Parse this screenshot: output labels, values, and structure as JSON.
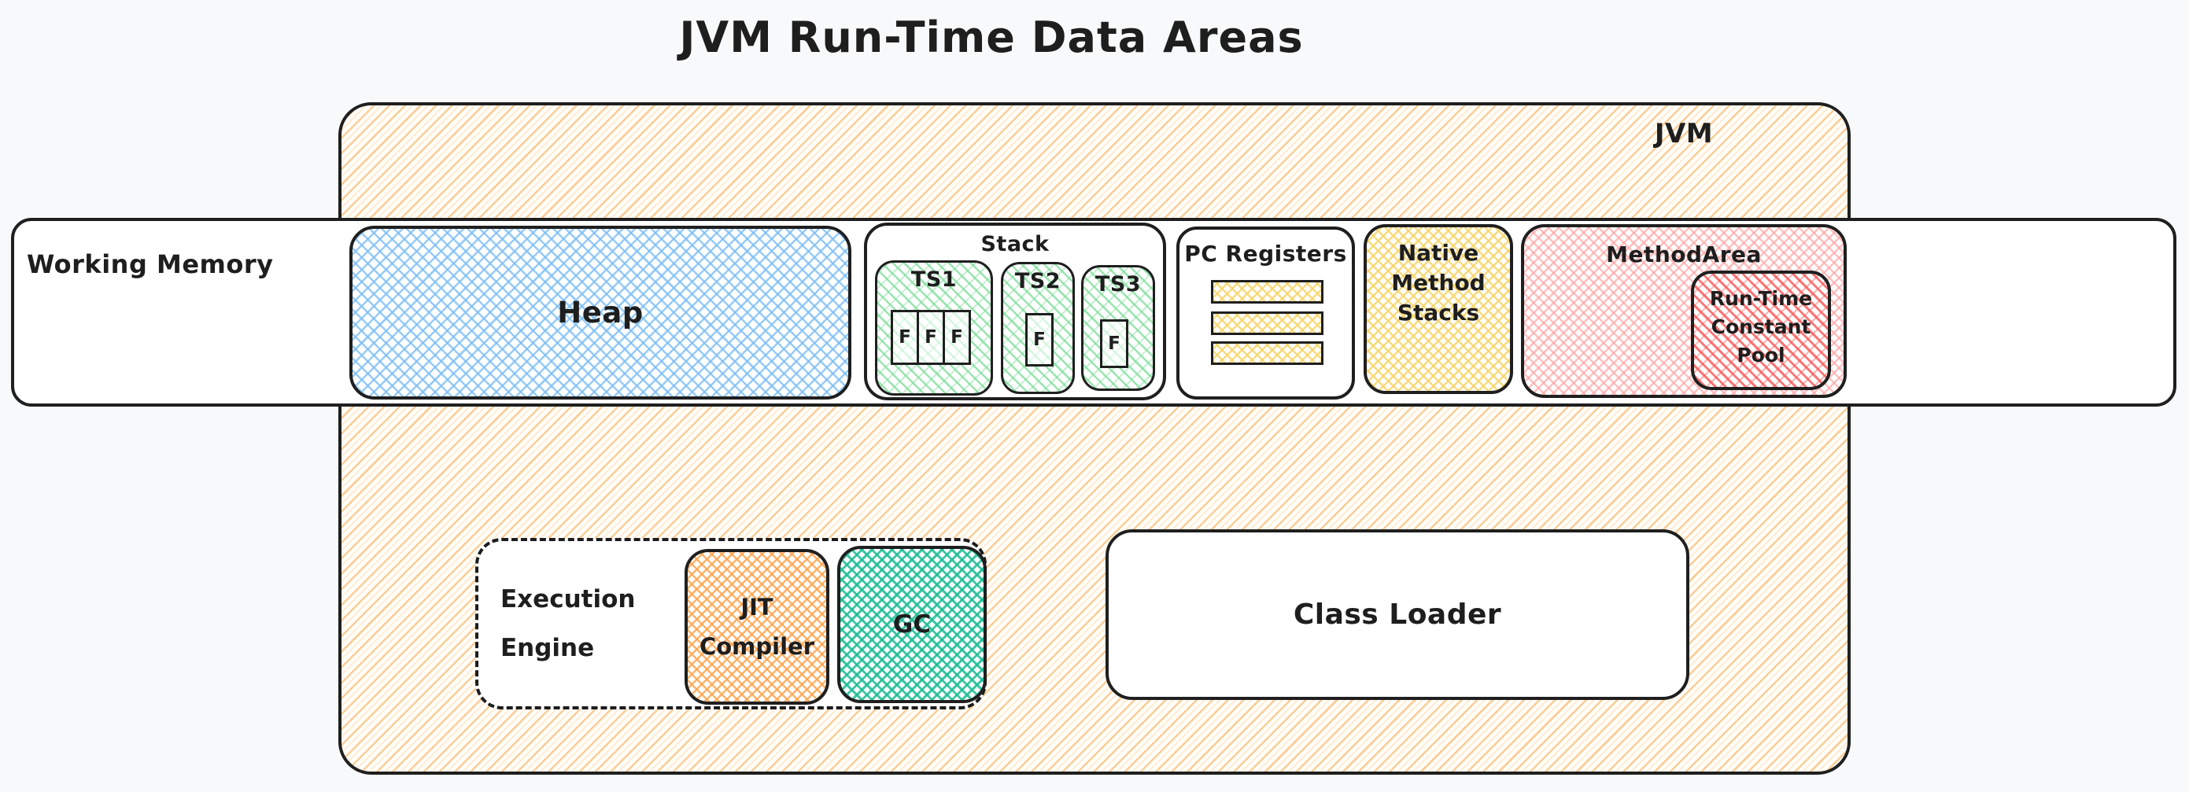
{
  "title": "JVM Run-Time Data Areas",
  "jvm": {
    "label": "JVM"
  },
  "working_memory": {
    "label": "Working Memory"
  },
  "heap": {
    "label": "Heap"
  },
  "stack": {
    "label": "Stack",
    "threads": [
      {
        "label": "TS1",
        "frames": [
          "F",
          "F",
          "F"
        ]
      },
      {
        "label": "TS2",
        "frames": [
          "F"
        ]
      },
      {
        "label": "TS3",
        "frames": [
          "F"
        ]
      }
    ]
  },
  "pc_registers": {
    "label": "PC Registers",
    "register_count": 3
  },
  "native_method_stacks": {
    "lines": [
      "Native",
      "Method",
      "Stacks"
    ]
  },
  "method_area": {
    "label": "MethodArea",
    "runtime_constant_pool": {
      "lines": [
        "Run-Time",
        "Constant",
        "Pool"
      ]
    }
  },
  "execution_engine": {
    "lines": [
      "Execution",
      "Engine"
    ],
    "jit_compiler": {
      "lines": [
        "JIT",
        "Compiler"
      ]
    },
    "gc": {
      "label": "GC"
    }
  },
  "class_loader": {
    "label": "Class Loader"
  },
  "colors": {
    "background": "#f8f9fa",
    "outline": "#1f1f1f",
    "jvm_hatch": "#fab05e",
    "heap_hatch": "#7dbef5",
    "stack_hatch": "#78dc96",
    "registers_hatch": "#f8d569",
    "native_hatch": "#f8d569",
    "method_area_hatch": "#ffa0a0",
    "constant_pool_hatch": "#f85555",
    "jit_hatch": "#ffa046",
    "gc_hatch": "#1cbc94"
  }
}
